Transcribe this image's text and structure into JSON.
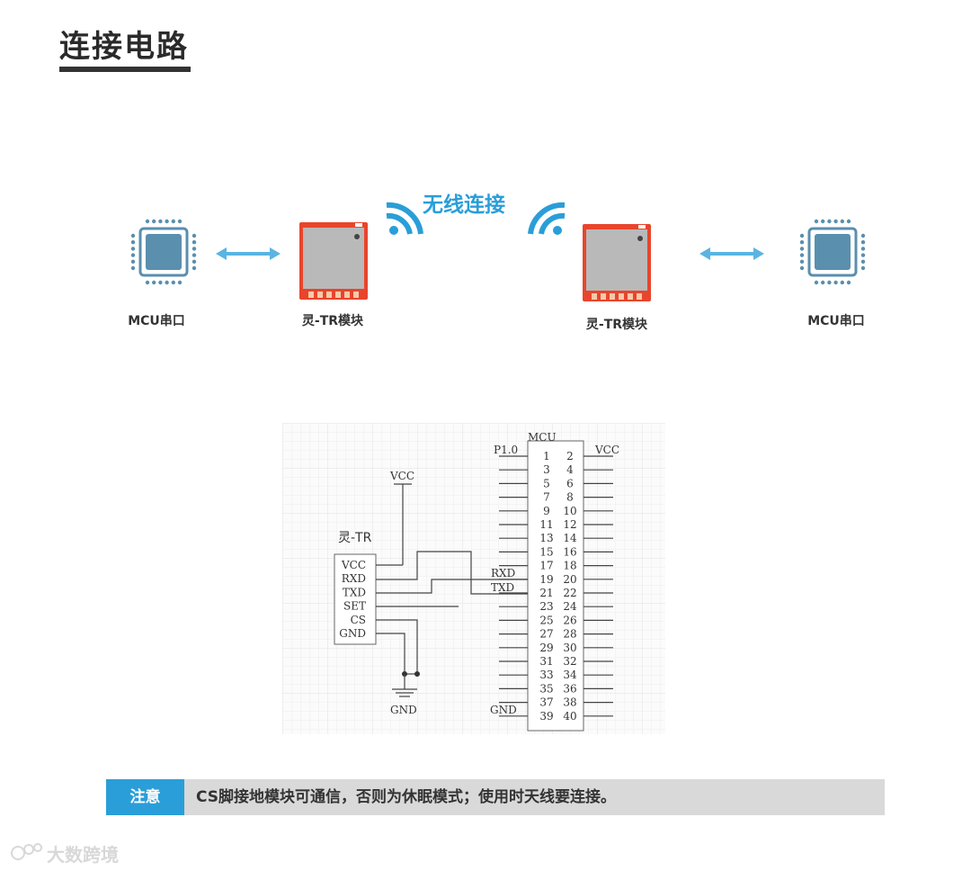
{
  "heading": "连接电路",
  "left_mcu_label": "MCU串口",
  "left_module_label": "灵-TR模块",
  "wireless_label": "无线连接",
  "right_module_label": "灵-TR模块",
  "right_mcu_label": "MCU串口",
  "colors": {
    "accent": "#2a9ed8",
    "module_red": "#e8452c",
    "chip_blue": "#5a8fae"
  },
  "schematic": {
    "mcu_title": "MCU",
    "module_title": "灵-TR",
    "vcc_top": "VCC",
    "gnd_bottom": "GND",
    "p10": "P1.0",
    "vcc_right": "VCC",
    "rxd_left": "RXD",
    "txd_left": "TXD",
    "gnd_left": "GND",
    "module_pins": [
      "VCC",
      "RXD",
      "TXD",
      "SET",
      "CS",
      "GND"
    ],
    "mcu_left_pins": [
      "1",
      "3",
      "5",
      "7",
      "9",
      "11",
      "13",
      "15",
      "17",
      "19",
      "21",
      "23",
      "25",
      "27",
      "29",
      "31",
      "33",
      "35",
      "37",
      "39"
    ],
    "mcu_right_pins": [
      "2",
      "4",
      "6",
      "8",
      "10",
      "12",
      "14",
      "16",
      "18",
      "20",
      "22",
      "24",
      "26",
      "28",
      "30",
      "32",
      "34",
      "36",
      "38",
      "40"
    ]
  },
  "note": {
    "tag": "注意",
    "text": "CS脚接地模块可通信，否则为休眠模式；使用时天线要连接。"
  },
  "watermark": "大数跨境"
}
